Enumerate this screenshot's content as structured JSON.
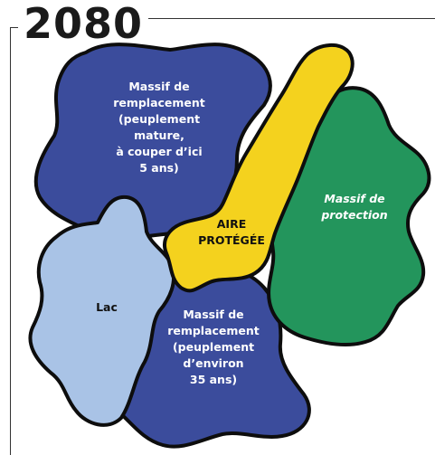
{
  "header": {
    "year": "2080"
  },
  "colors": {
    "massif_remplacement": "#3b4c9c",
    "lac": "#a9c3e6",
    "aire_protegee": "#f4d21e",
    "massif_protection": "#23955c",
    "outline": "#0d0d0d"
  },
  "zones": {
    "massif_mature": {
      "lines": [
        "Massif de",
        "remplacement",
        "(peuplement",
        "mature,",
        "à couper d’ici",
        "5 ans)"
      ]
    },
    "aire_protegee": {
      "lines": [
        "AIRE",
        "PROTÉGÉE"
      ]
    },
    "massif_protection": {
      "lines": [
        "Massif de",
        "protection"
      ]
    },
    "lac": {
      "lines": [
        "Lac"
      ]
    },
    "massif_35": {
      "lines": [
        "Massif de",
        "remplacement",
        "(peuplement",
        "d’environ",
        "35 ans)"
      ]
    }
  }
}
